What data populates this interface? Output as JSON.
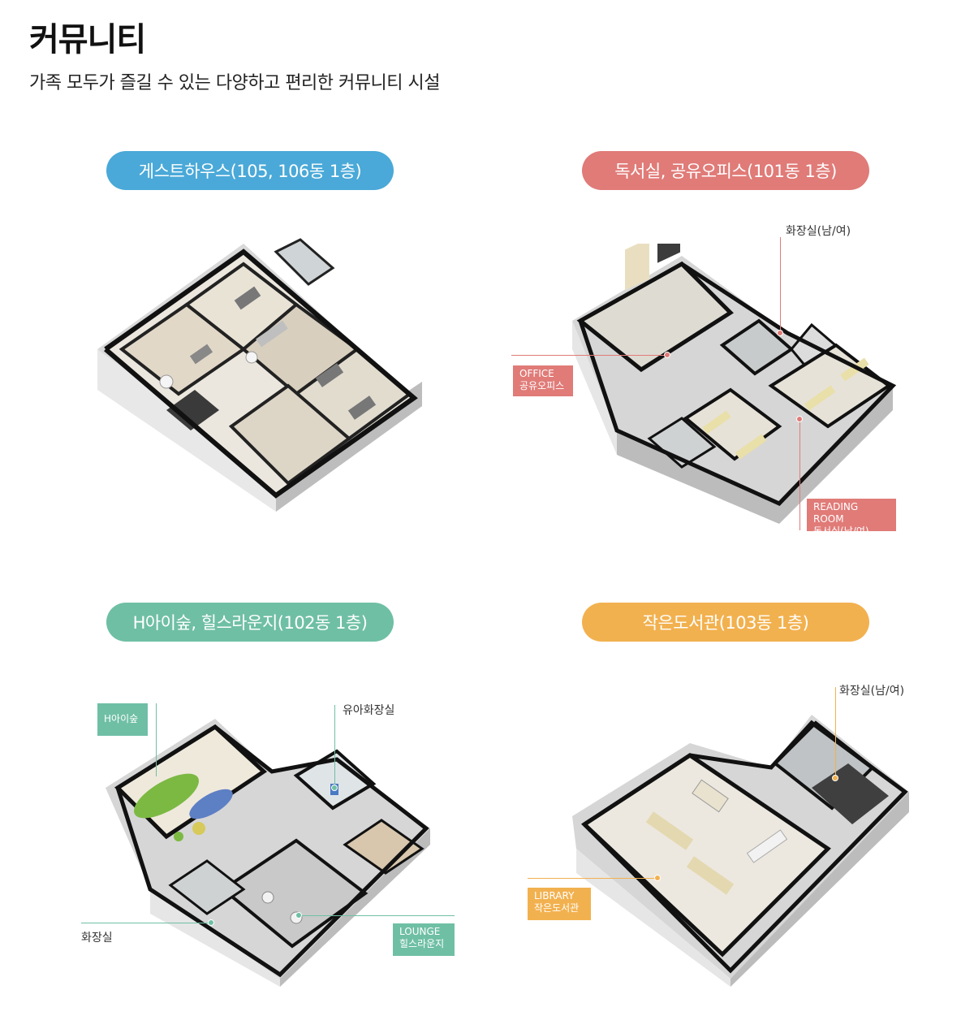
{
  "header": {
    "title": "커뮤니티",
    "subtitle": "가족 모두가 즐길 수 있는 다양하고 편리한 커뮤니티 시설"
  },
  "colors": {
    "guesthouse": "#4aa9d8",
    "reading": "#e07b78",
    "lounge": "#6fbfa5",
    "library": "#f2b14f"
  },
  "sections": {
    "guesthouse": {
      "label": "게스트하우스(105, 106동 1층)"
    },
    "reading": {
      "label": "독서실, 공유오피스(101동 1층)",
      "callouts": {
        "restroom": "화장실(남/여)",
        "office_en": "OFFICE",
        "office_ko": "공유오피스",
        "reading_en": "READING ROOM",
        "reading_ko": "독서실(남/여)"
      }
    },
    "lounge": {
      "label": "H아이숲, 힐스라운지(102동 1층)",
      "callouts": {
        "kids": "H아이숲",
        "baby_restroom": "유아화장실",
        "restroom": "화장실",
        "lounge_en": "LOUNGE",
        "lounge_ko": "힐스라운지"
      }
    },
    "library": {
      "label": "작은도서관(103동 1층)",
      "callouts": {
        "restroom": "화장실(남/여)",
        "library_en": "LIBRARY",
        "library_ko": "작은도서관"
      }
    }
  }
}
